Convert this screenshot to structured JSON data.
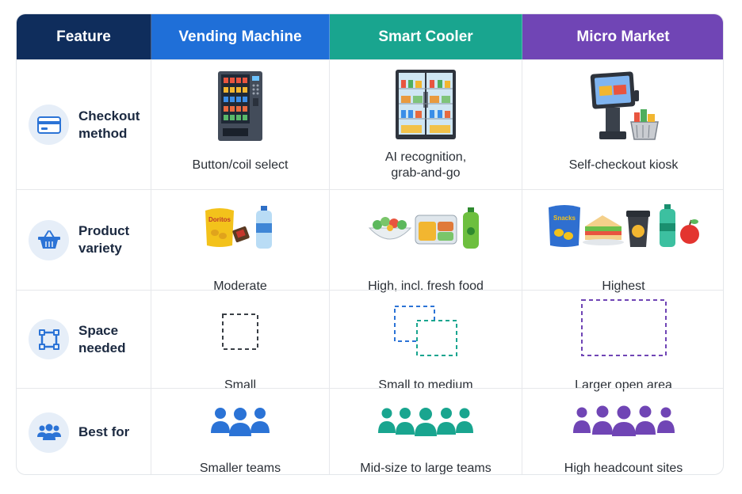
{
  "header": {
    "feature": "Feature",
    "vending": "Vending Machine",
    "cooler": "Smart Cooler",
    "market": "Micro Market"
  },
  "rows": [
    {
      "label_line1": "Checkout",
      "label_line2": "method",
      "icon": "credit-card-icon",
      "vending": "Button/coil select",
      "cooler_line1": "AI recognition,",
      "cooler_line2": "grab-and-go",
      "market": "Self-checkout kiosk"
    },
    {
      "label_line1": "Product",
      "label_line2": "variety",
      "icon": "shopping-basket-icon",
      "vending": "Moderate",
      "cooler": "High, incl. fresh food",
      "market": "Highest"
    },
    {
      "label_line1": "Space",
      "label_line2": "needed",
      "icon": "area-square-icon",
      "vending": "Small",
      "cooler": "Small to medium",
      "market": "Larger open area"
    },
    {
      "label_line1": "Best for",
      "icon": "group-icon",
      "vending": "Smaller teams",
      "cooler": "Mid-size to large teams",
      "market": "High headcount sites"
    }
  ],
  "snack_bag_text": "Doritos",
  "chips_bag_text": "Snacks",
  "colors": {
    "feature": "#0f2d5c",
    "vending": "#1f6fd8",
    "cooler": "#19a58f",
    "market": "#7045b5"
  }
}
